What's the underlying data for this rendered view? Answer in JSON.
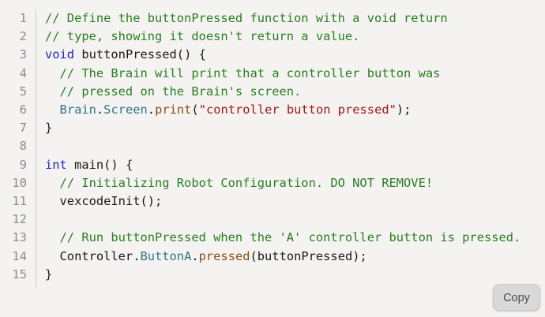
{
  "code_block": {
    "line_numbers": [
      "1",
      "2",
      "3",
      "4",
      "5",
      "6",
      "7",
      "8",
      "9",
      "10",
      "11",
      "12",
      "13",
      "14",
      "15"
    ],
    "lines": [
      [
        {
          "t": "// Define the buttonPressed function with a void return",
          "c": "cm"
        }
      ],
      [
        {
          "t": "// type, showing it doesn't return a value.",
          "c": "cm"
        }
      ],
      [
        {
          "t": "void",
          "c": "kw"
        },
        {
          "t": " buttonPressed() {",
          "c": ""
        }
      ],
      [
        {
          "t": "  // The Brain will print that a controller button was",
          "c": "cm"
        }
      ],
      [
        {
          "t": "  // pressed on the Brain's screen.",
          "c": "cm"
        }
      ],
      [
        {
          "t": "  ",
          "c": ""
        },
        {
          "t": "Brain",
          "c": "ty"
        },
        {
          "t": ".",
          "c": ""
        },
        {
          "t": "Screen",
          "c": "ty"
        },
        {
          "t": ".",
          "c": ""
        },
        {
          "t": "print",
          "c": "fn"
        },
        {
          "t": "(",
          "c": ""
        },
        {
          "t": "\"controller button pressed\"",
          "c": "str"
        },
        {
          "t": ");",
          "c": ""
        }
      ],
      [
        {
          "t": "}",
          "c": ""
        }
      ],
      [],
      [
        {
          "t": "int",
          "c": "kw"
        },
        {
          "t": " main() {",
          "c": ""
        }
      ],
      [
        {
          "t": "  // Initializing Robot Configuration. DO NOT REMOVE!",
          "c": "cm"
        }
      ],
      [
        {
          "t": "  vexcodeInit();",
          "c": ""
        }
      ],
      [],
      [
        {
          "t": "  // Run buttonPressed when the 'A' controller button is pressed.",
          "c": "cm"
        }
      ],
      [
        {
          "t": "  Controller.",
          "c": ""
        },
        {
          "t": "ButtonA",
          "c": "ty"
        },
        {
          "t": ".",
          "c": ""
        },
        {
          "t": "pressed",
          "c": "fn"
        },
        {
          "t": "(buttonPressed);",
          "c": ""
        }
      ],
      [
        {
          "t": "}",
          "c": ""
        }
      ]
    ],
    "colors": {
      "background": "#f5f3f1",
      "comment": "#267f1f",
      "keyword": "#1d24c9",
      "type": "#2e7489",
      "function": "#8a4b16",
      "string": "#a21612"
    }
  },
  "copy_button": {
    "label": "Copy"
  }
}
